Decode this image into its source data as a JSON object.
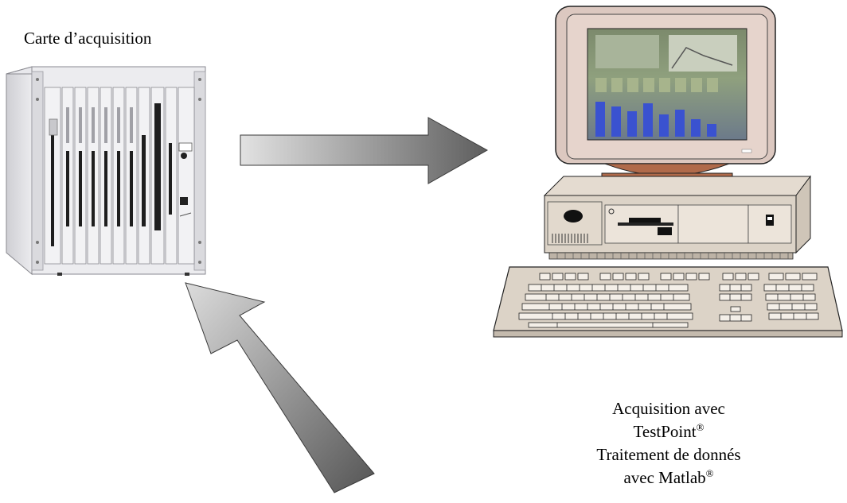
{
  "rack": {
    "label": "Carte d’acquisition"
  },
  "computer": {
    "caption": {
      "line1": "Acquisition avec",
      "line2_text": "TestPoint",
      "line2_mark": "®",
      "line3": "Traitement de donnés",
      "line4_text": "avec Matlab",
      "line4_mark": "®"
    }
  },
  "colors": {
    "arrow_dark": "#5a5a5a",
    "arrow_light": "#e2e2e2",
    "case": "#dcd3c7",
    "screen_frame": "#dcc8c0",
    "screen_base": "#b06a4a"
  }
}
